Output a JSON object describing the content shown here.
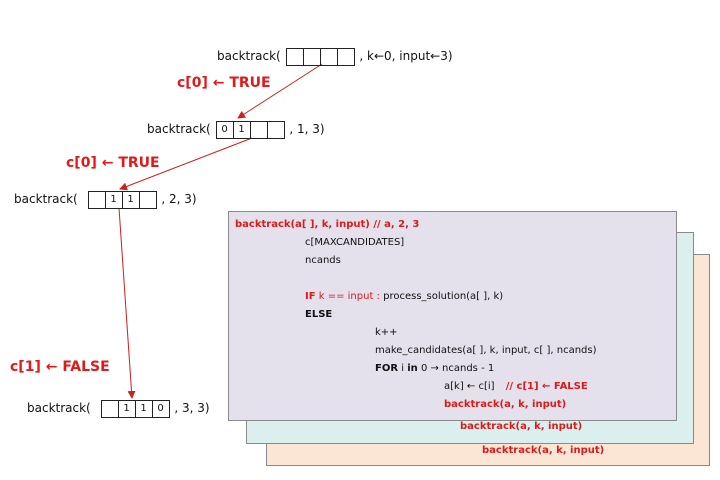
{
  "calls": [
    {
      "func": "backtrack(",
      "cells": [
        "",
        "",
        "",
        ""
      ],
      "tail": ", k←0, input←3)"
    },
    {
      "func": "backtrack(",
      "cells": [
        "0",
        "1",
        "",
        ""
      ],
      "tail": ", 1, 3)"
    },
    {
      "func": "backtrack(",
      "cells": [
        "",
        "1",
        "1",
        ""
      ],
      "tail": ", 2, 3)"
    },
    {
      "func": "backtrack(",
      "cells": [
        "",
        "1",
        "1",
        "0"
      ],
      "tail": ", 3, 3)"
    }
  ],
  "labels": [
    "c[0] ← TRUE",
    "c[0] ← TRUE",
    "c[1] ← FALSE"
  ],
  "code": {
    "line1": "backtrack(a[ ], k, input)  // a, 2, 3",
    "line2": "c[MAXCANDIDATES]",
    "line3": "ncands",
    "if_kw": "IF",
    "if_cond": "k == input :",
    "if_body": "process_solution(a[ ], k)",
    "else_kw": "ELSE",
    "inc": "k++",
    "make": "make_candidates(a[ ], k, input, c[ ], ncands)",
    "for_kw": "FOR",
    "for_i": "i",
    "for_in": "in",
    "for_range": "0 → ncands - 1",
    "assign": "a[k] ← c[i]",
    "comment": "// c[1] ← FALSE",
    "call": "backtrack(a, k, input)"
  },
  "stack_calls": [
    "backtrack(a, k, input)",
    "backtrack(a, k, input)"
  ],
  "colors": {
    "accent_red": "#e0191b",
    "panel_front": "#e4e0ec",
    "panel_middle": "#dcefef",
    "panel_back": "#fbe6d6"
  }
}
